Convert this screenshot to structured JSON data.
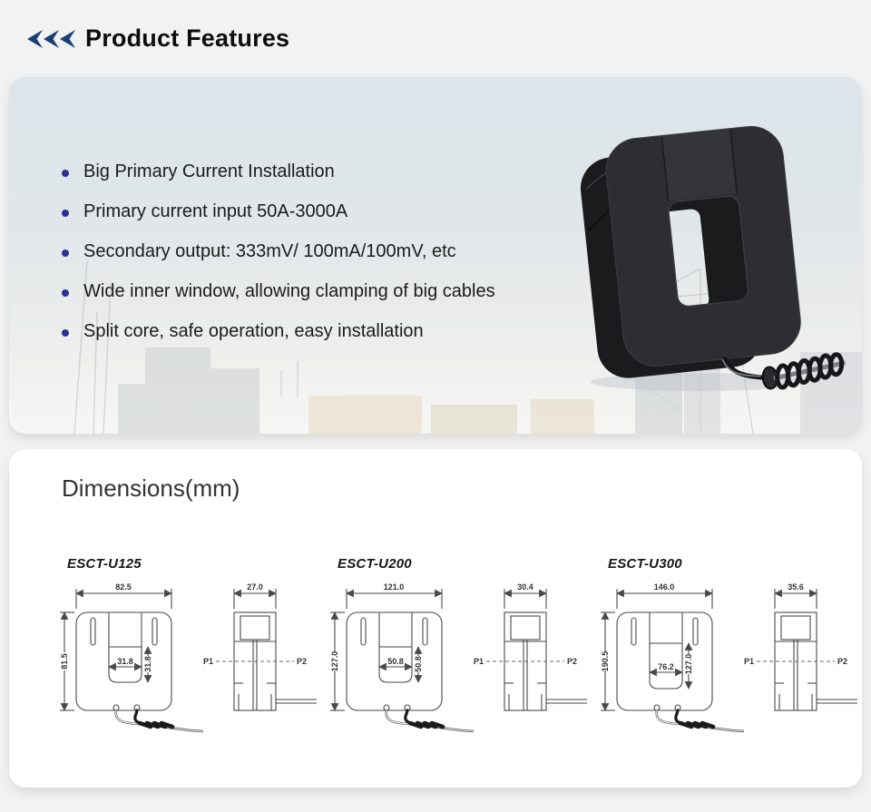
{
  "header": {
    "title": "Product Features",
    "icon": "triple-left-arrow-icon",
    "arrow_color": "#1b3f74"
  },
  "features_card": {
    "bullet_color": "#2e3192",
    "bullets": [
      "Big Primary Current Installation",
      "Primary current input 50A-3000A",
      "Secondary output: 333mV/ 100mA/100mV, etc",
      "Wide inner window, allowing clamping of big cables",
      "Split core, safe operation, easy installation"
    ],
    "product_image": "black-split-core-current-transformer-with-coiled-cable"
  },
  "dimensions_card": {
    "title": "Dimensions(mm)",
    "drawing_line_color": "#4a4a4a",
    "models": [
      {
        "name": "ESCT-U125",
        "front": {
          "width": "82.5",
          "height": "81.5",
          "window_width": "31.8",
          "window_height": "31.8"
        },
        "side": {
          "depth": "27.0",
          "p1": "P1",
          "p2": "P2"
        }
      },
      {
        "name": "ESCT-U200",
        "front": {
          "width": "121.0",
          "height": "127.0",
          "window_width": "50.8",
          "window_height": "50.8"
        },
        "side": {
          "depth": "30.4",
          "p1": "P1",
          "p2": "P2"
        }
      },
      {
        "name": "ESCT-U300",
        "front": {
          "width": "146.0",
          "height": "190.5",
          "window_width": "76.2",
          "window_height": "127.0"
        },
        "side": {
          "depth": "35.6",
          "p1": "P1",
          "p2": "P2"
        }
      }
    ]
  }
}
